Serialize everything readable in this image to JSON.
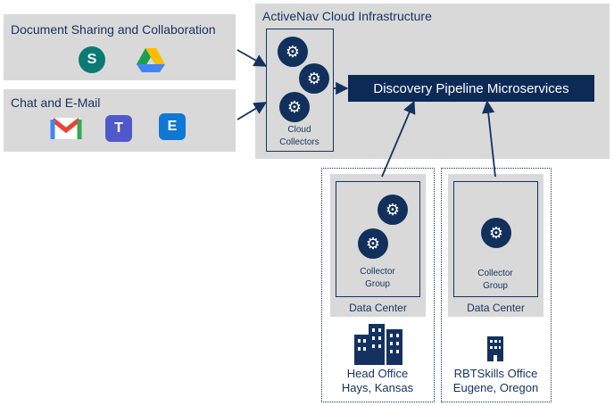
{
  "sources": {
    "doc_sharing": {
      "title": "Document Sharing and Collaboration"
    },
    "chat_email": {
      "title": "Chat and E-Mail"
    }
  },
  "cloud": {
    "title": "ActiveNav Cloud Infrastructure",
    "collectors_label_1": "Cloud",
    "collectors_label_2": "Collectors",
    "pipeline_label": "Discovery Pipeline Microservices"
  },
  "sites": [
    {
      "group_label_1": "Collector",
      "group_label_2": "Group",
      "datacenter": "Data Center",
      "office_line1": "Head Office",
      "office_line2": "Hays, Kansas"
    },
    {
      "group_label_1": "Collector",
      "group_label_2": "Group",
      "datacenter": "Data Center",
      "office_line1": "RBTSkills Office",
      "office_line2": "Eugene, Oregon"
    }
  ],
  "colors": {
    "navy": "#0d2a57",
    "panel": "#d9d9d9",
    "outline": "#14325f"
  },
  "icons": [
    "sharepoint-icon",
    "google-drive-icon",
    "gmail-icon",
    "teams-icon",
    "exchange-icon",
    "gear-icon",
    "building-icon"
  ]
}
